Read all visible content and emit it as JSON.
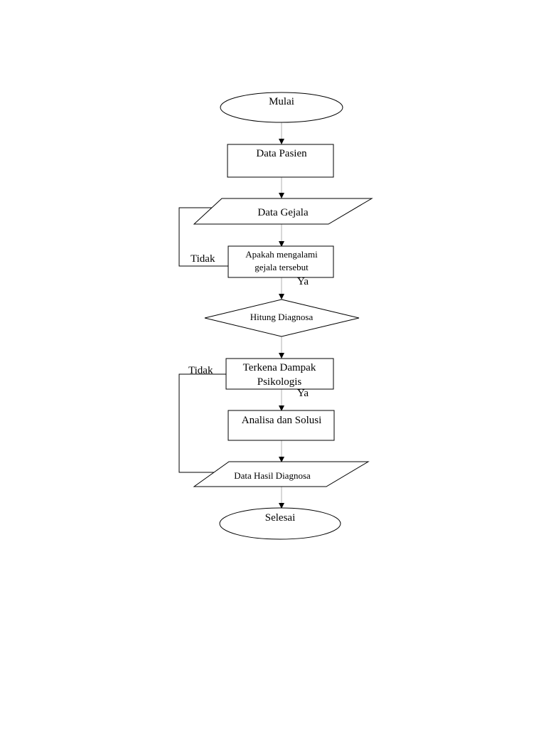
{
  "flowchart": {
    "start": "Mulai",
    "data_pasien": "Data Pasien",
    "data_gejala": "Data Gejala",
    "decision_gejala": {
      "line1": "Apakah mengalami",
      "line2": "gejala tersebut"
    },
    "hitung_diagnosa": "Hitung Diagnosa",
    "decision_dampak": {
      "line1": "Terkena Dampak",
      "line2": "Psikologis"
    },
    "analisa_solusi": "Analisa dan Solusi",
    "data_hasil": "Data Hasil Diagnosa",
    "end": "Selesai",
    "labels": {
      "tidak_1": "Tidak",
      "ya_1": "Ya",
      "tidak_2": "Tidak",
      "ya_2": "Ya"
    }
  },
  "colors": {
    "stroke": "#000000",
    "connector": "#b0b0b0",
    "background": "#ffffff"
  }
}
